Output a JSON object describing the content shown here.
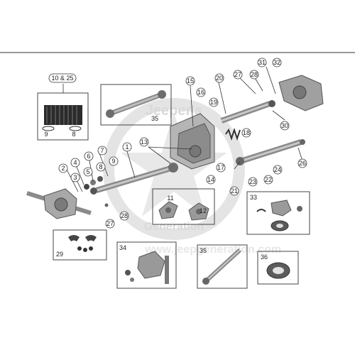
{
  "watermark": {
    "brand_top": "Jeeper's",
    "brand_bottom": "Generation",
    "url": "www.jeepgeneration.com",
    "color": "#c9c9c9"
  },
  "colors": {
    "line": "#333333",
    "box": "#444444",
    "part": "#9a9a9a",
    "part_dark": "#6d6d6d",
    "boot": "#2b2b2b"
  },
  "callouts": {
    "c1": "1",
    "c2": "2",
    "c3": "3",
    "c4": "4",
    "c5": "5",
    "c6": "6",
    "c7": "7",
    "c8": "8",
    "c9": "9",
    "c10_25": "10 & 25",
    "c11": "11",
    "c12": "12",
    "c13": "13",
    "c14": "14",
    "c15": "15",
    "c16": "16",
    "c17": "17",
    "c18": "18",
    "c19": "19",
    "c20": "20",
    "c21": "21",
    "c22": "22",
    "c23": "23",
    "c24": "24",
    "c26": "26",
    "c27a": "27",
    "c27b": "27",
    "c28a": "28",
    "c28b": "28",
    "c29": "29",
    "c30": "30",
    "c31": "31",
    "c32": "32",
    "c33": "33",
    "c34": "34",
    "c35a": "35",
    "c35b": "35",
    "c36": "36",
    "boot9": "9",
    "boot8": "8"
  }
}
